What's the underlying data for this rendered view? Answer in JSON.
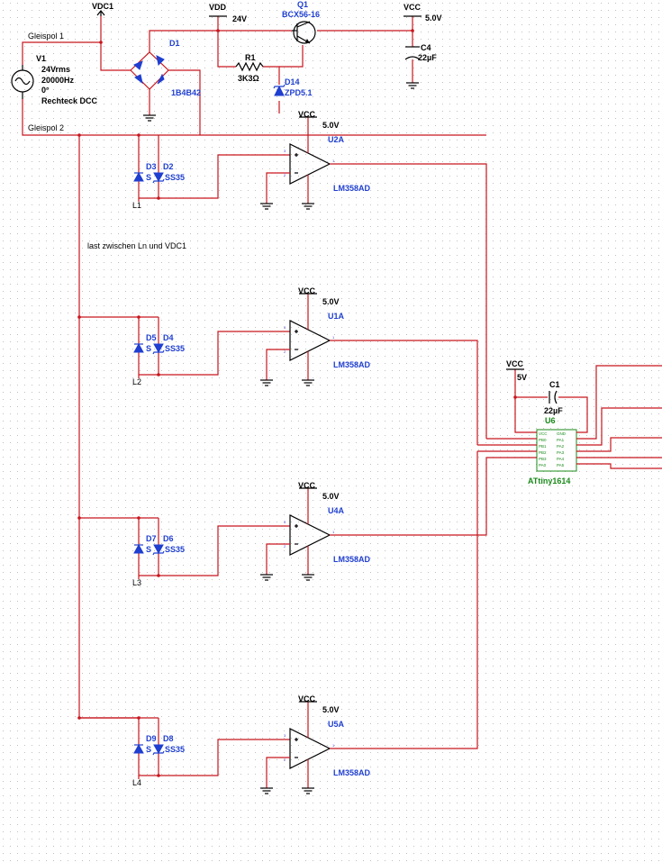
{
  "colors": {
    "wire": "#c8161d",
    "component": "#1f3fd0",
    "label": "#000000",
    "chip": "#1a8a1a",
    "grid": "#c8c8c8"
  },
  "nets": {
    "vdc1": "VDC1",
    "vdd": "VDD",
    "vdd_value": "24V",
    "vcc": "VCC",
    "vcc_value": "5.0V",
    "vcc_short": "5V"
  },
  "rails": {
    "gleispol1": "Gleispol 1",
    "gleispol2": "Gleispol 2"
  },
  "source": {
    "ref": "V1",
    "line1": "24Vrms",
    "line2": "20000Hz",
    "line3": "0°",
    "line4": "Rechteck DCC"
  },
  "bridge": {
    "ref": "D1",
    "part": "1B4B42"
  },
  "transistor": {
    "ref": "Q1",
    "part": "BCX56-16"
  },
  "resistor": {
    "ref": "R1",
    "value": "3K3Ω"
  },
  "zener": {
    "ref": "D14",
    "part": "ZPD5.1"
  },
  "cap4": {
    "ref": "C4",
    "value": "22µF"
  },
  "cap1": {
    "ref": "C1",
    "value": "22µF"
  },
  "note": "last zwischen Ln und VDC1",
  "channels": [
    {
      "opamp": "U2A",
      "part": "LM358AD",
      "da": "D3",
      "db": "D2",
      "dpart": "SS35",
      "dpart_a": "S",
      "line": "L1"
    },
    {
      "opamp": "U1A",
      "part": "LM358AD",
      "da": "D5",
      "db": "D4",
      "dpart": "SS35",
      "dpart_a": "S",
      "line": "L2"
    },
    {
      "opamp": "U4A",
      "part": "LM358AD",
      "da": "D7",
      "db": "D6",
      "dpart": "SS35",
      "dpart_a": "S",
      "line": "L3"
    },
    {
      "opamp": "U5A",
      "part": "LM358AD",
      "da": "D9",
      "db": "D8",
      "dpart": "SS35",
      "dpart_a": "S",
      "line": "L4"
    }
  ],
  "mcu": {
    "ref": "U6",
    "part": "ATtiny1614",
    "pins_left": [
      "VCC",
      "PB0",
      "PB1",
      "PB2",
      "PB3",
      "PA0"
    ],
    "pins_right": [
      "GND",
      "PA1",
      "PA2",
      "PA3",
      "PA4",
      "PA5"
    ]
  }
}
